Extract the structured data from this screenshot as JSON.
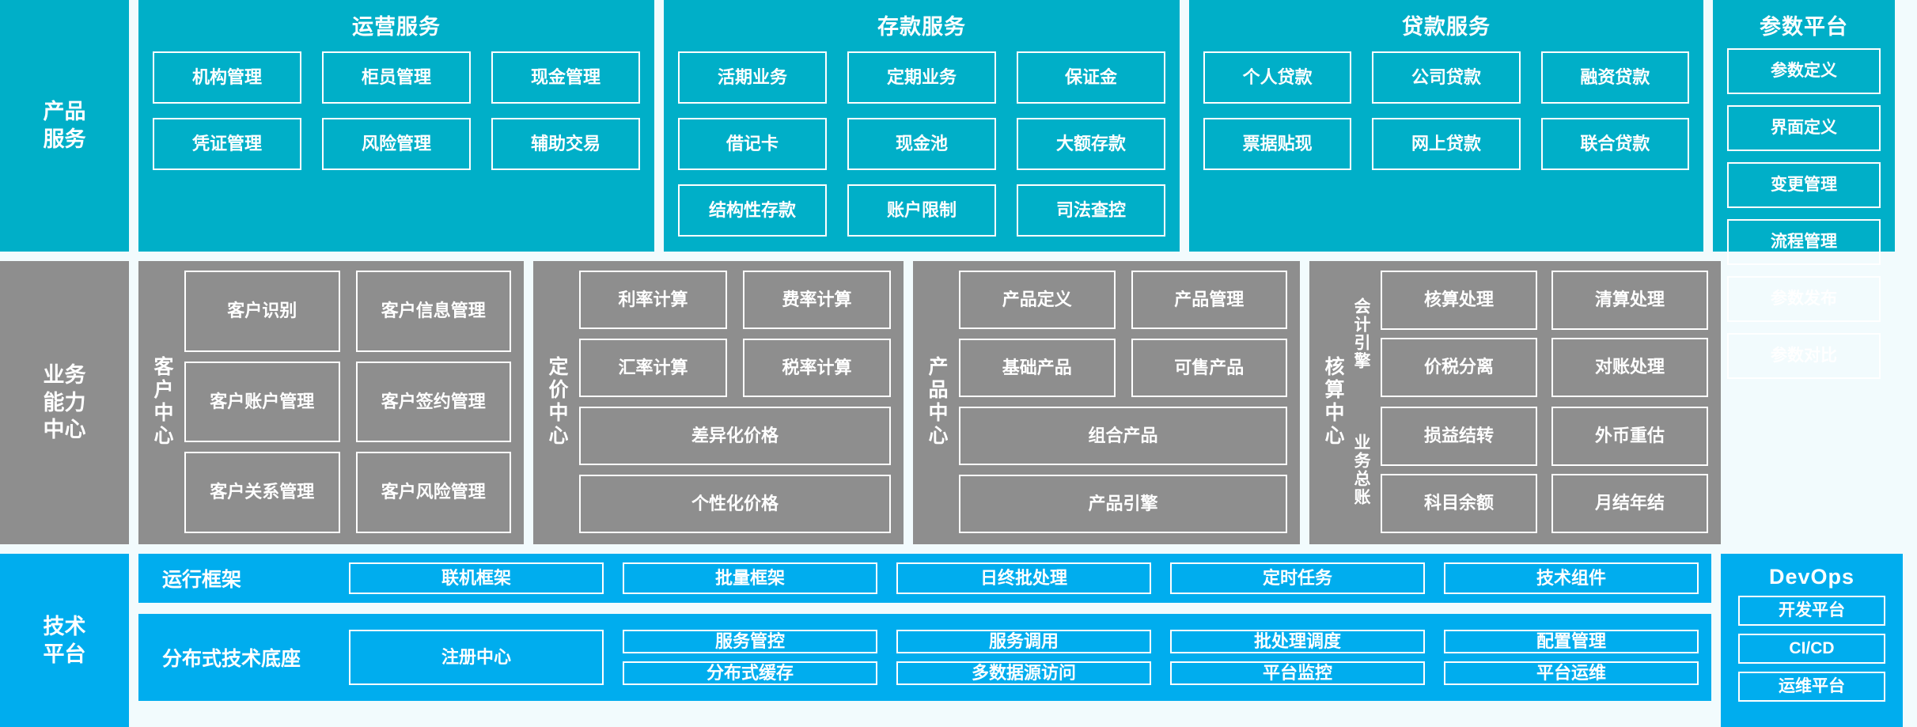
{
  "colors": {
    "teal": "#00AFC8",
    "gray": "#8E8E8E",
    "bright_blue": "#00ADEE",
    "background": "#F2FBFD",
    "text": "#FFFFFF"
  },
  "rows": {
    "product_services": {
      "rail_label": "产品\n服务",
      "groups": [
        {
          "title": "运营服务",
          "cells": [
            "机构管理",
            "柜员管理",
            "现金管理",
            "凭证管理",
            "风险管理",
            "辅助交易"
          ]
        },
        {
          "title": "存款服务",
          "cells": [
            "活期业务",
            "定期业务",
            "保证金",
            "借记卡",
            "现金池",
            "大额存款",
            "结构性存款",
            "账户限制",
            "司法查控"
          ]
        },
        {
          "title": "贷款服务",
          "cells": [
            "个人贷款",
            "公司贷款",
            "融资贷款",
            "票据贴现",
            "网上贷款",
            "联合贷款"
          ]
        }
      ],
      "parameter_platform": {
        "title": "参数平台",
        "cells": [
          "参数定义",
          "界面定义",
          "变更管理",
          "流程管理",
          "参数发布",
          "参数对比"
        ]
      }
    },
    "business_capability": {
      "rail_label": "业务\n能力\n中心",
      "centers": [
        {
          "label": "客户中心",
          "rows": [
            [
              "客户识别",
              "客户信息管理"
            ],
            [
              "客户账户管理",
              "客户签约管理"
            ],
            [
              "客户关系管理",
              "客户风险管理"
            ]
          ]
        },
        {
          "label": "定价中心",
          "rows": [
            [
              "利率计算",
              "费率计算"
            ],
            [
              "汇率计算",
              "税率计算"
            ],
            [
              "差异化价格"
            ],
            [
              "个性化价格"
            ]
          ]
        },
        {
          "label": "产品中心",
          "rows": [
            [
              "产品定义",
              "产品管理"
            ],
            [
              "基础产品",
              "可售产品"
            ],
            [
              "组合产品"
            ],
            [
              "产品引擎"
            ]
          ]
        },
        {
          "label": "核算中心",
          "sub_groups": [
            {
              "label": "会计引擎",
              "cells": [
                "核算处理",
                "清算处理",
                "价税分离",
                "对账处理"
              ]
            },
            {
              "label": "业务总账",
              "cells": [
                "损益结转",
                "外币重估",
                "科目余额",
                "月结年结"
              ]
            }
          ]
        }
      ]
    },
    "technical_platform": {
      "rail_label": "技术\n平台",
      "strips": [
        {
          "label": "运行框架",
          "cells": [
            "联机框架",
            "批量框架",
            "日终批处理",
            "定时任务",
            "技术组件"
          ]
        },
        {
          "label": "分布式技术底座",
          "registry": "注册中心",
          "columns": [
            [
              "服务管控",
              "分布式缓存"
            ],
            [
              "服务调用",
              "多数据源访问"
            ],
            [
              "批处理调度",
              "平台监控"
            ],
            [
              "配置管理",
              "平台运维"
            ]
          ]
        }
      ],
      "devops": {
        "title": "DevOps",
        "cells": [
          "开发平台",
          "CI/CD",
          "运维平台"
        ]
      }
    }
  }
}
